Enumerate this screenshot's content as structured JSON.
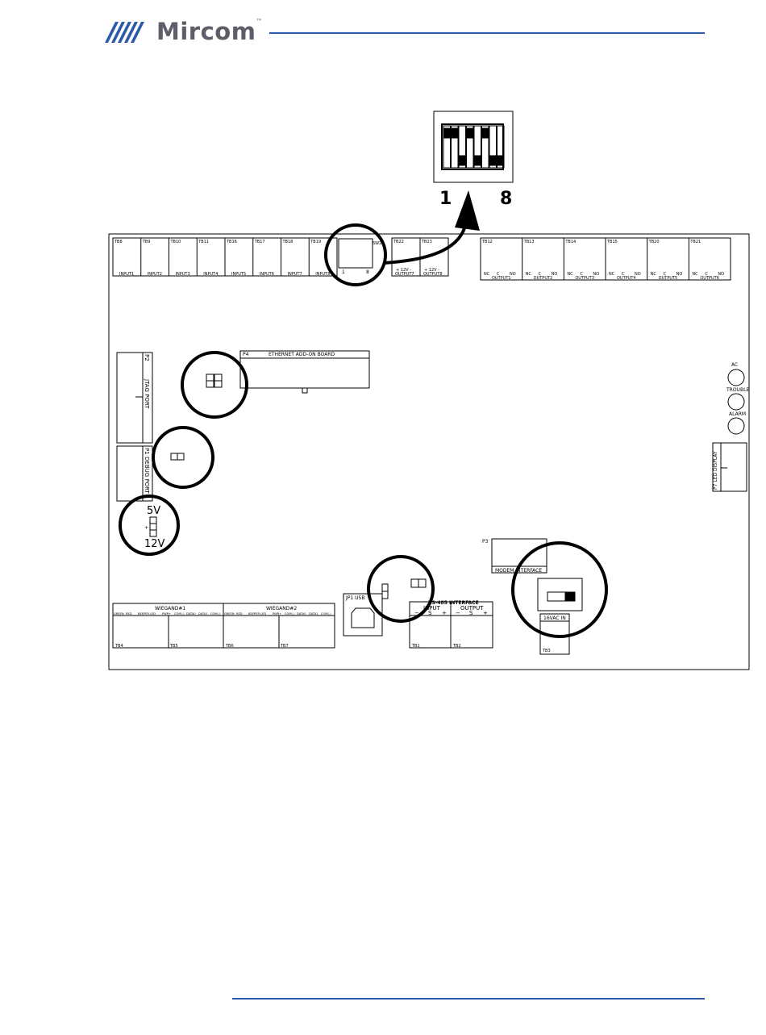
{
  "header": {
    "brand": "Mircom",
    "trademark": "™",
    "brand_color": "#5e5e6a",
    "rule_color": "#2a5aa8"
  },
  "dip_switch": {
    "left_label": "1",
    "right_label": "8",
    "positions": [
      "up",
      "up",
      "down",
      "up",
      "down",
      "up",
      "down",
      "down"
    ]
  },
  "board": {
    "input_terminals": [
      {
        "id": "TB8",
        "label": "INPUT1"
      },
      {
        "id": "TB9",
        "label": "INPUT2"
      },
      {
        "id": "TB10",
        "label": "INPUT3"
      },
      {
        "id": "TB11",
        "label": "INPUT4"
      },
      {
        "id": "TB16",
        "label": "INPUT5"
      },
      {
        "id": "TB17",
        "label": "INPUT6"
      },
      {
        "id": "TB18",
        "label": "INPUT7"
      },
      {
        "id": "TB19",
        "label": "INPUT8"
      }
    ],
    "sw2": {
      "id": "SW2",
      "left": "1",
      "right": "8"
    },
    "supply_terminals": [
      {
        "id": "TB22",
        "label": "OUTPUT7"
      },
      {
        "id": "TB23",
        "label": "OUTPUT8"
      }
    ],
    "supply_pins": "+ 12V -",
    "output_terminals": [
      {
        "id": "TB12",
        "label": "OUTPUT1"
      },
      {
        "id": "TB13",
        "label": "OUTPUT2"
      },
      {
        "id": "TB14",
        "label": "OUTPUT3"
      },
      {
        "id": "TB15",
        "label": "OUTPUT4"
      },
      {
        "id": "TB20",
        "label": "OUTPUT5"
      },
      {
        "id": "TB21",
        "label": "OUTPUT6"
      }
    ],
    "relay_pins": [
      "NC",
      "C",
      "NO"
    ],
    "ethernet": {
      "ref": "P4",
      "label": "ETHERNET ADD-ON BOARD"
    },
    "jtag": {
      "ref": "P2",
      "label": "JTAG PORT"
    },
    "debug": {
      "ref": "P1",
      "label": "DEBUG PORT"
    },
    "voltage": {
      "top": "5V",
      "bottom": "12V",
      "pin": "+"
    },
    "leds": [
      "AC",
      "TROUBLE",
      "ALARM"
    ],
    "led_display": "P7 LED DISPLAY",
    "modem": {
      "ref": "P3",
      "label": "MODEM INTERFACE"
    },
    "usb": "JP1 USB",
    "rs485": {
      "title": "RS-485 INTERFACE",
      "input": "INPUT",
      "output": "OUTPUT",
      "pins": [
        "−",
        "S",
        "+"
      ],
      "terminals": [
        "TB1",
        "TB2"
      ]
    },
    "wiegand": [
      {
        "title": "WIEGAND#1",
        "terminals": [
          "TB4",
          "TB5"
        ]
      },
      {
        "title": "WIEGAND#2",
        "terminals": [
          "TB6",
          "TB7"
        ]
      }
    ],
    "wiegand_pins": [
      "GREEN",
      "RED",
      "BEEPER",
      "LED",
      "PWR+",
      "COM(-)",
      "DATA0",
      "DATA1",
      "COM(-)"
    ],
    "power": {
      "id": "TB3",
      "label": "16VAC IN"
    }
  }
}
